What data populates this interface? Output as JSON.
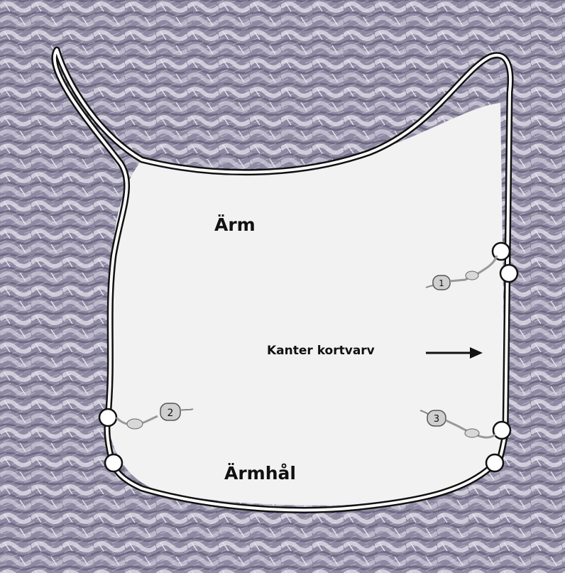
{
  "image": {
    "subject": "knitted-sweater-armhole-with-stitch-markers",
    "colors": {
      "knit": "#9e99ad",
      "knit_dark": "#6f6a82",
      "knit_light": "#d9d6e0",
      "fabric": "#f2f2f3",
      "outline": "#111111"
    }
  },
  "labels": {
    "arm": "Ärm",
    "armhal": "Ärmhål",
    "kanter": "Kanter kortvarv"
  },
  "markers": [
    {
      "name": "marker-1",
      "number": "1"
    },
    {
      "name": "marker-2",
      "number": "2"
    },
    {
      "name": "marker-3",
      "number": "3"
    }
  ]
}
